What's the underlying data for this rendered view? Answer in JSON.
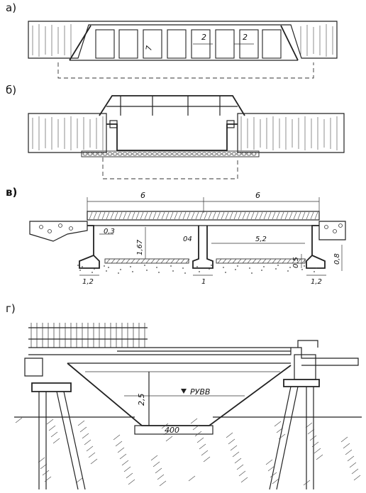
{
  "panels": {
    "a": {
      "label": "а)",
      "dims": [
        "2",
        "2",
        "7"
      ]
    },
    "b": {
      "label": "б)"
    },
    "v": {
      "label": "в)",
      "dims": [
        "6",
        "6",
        "0,3",
        "1,67",
        "04",
        "5,2",
        "0,5",
        "0,8",
        "1,2",
        "1",
        "1,2"
      ]
    },
    "g": {
      "label": "г)",
      "depth": "2,5",
      "water_level": "РУВВ",
      "bottom_width": "400"
    }
  }
}
